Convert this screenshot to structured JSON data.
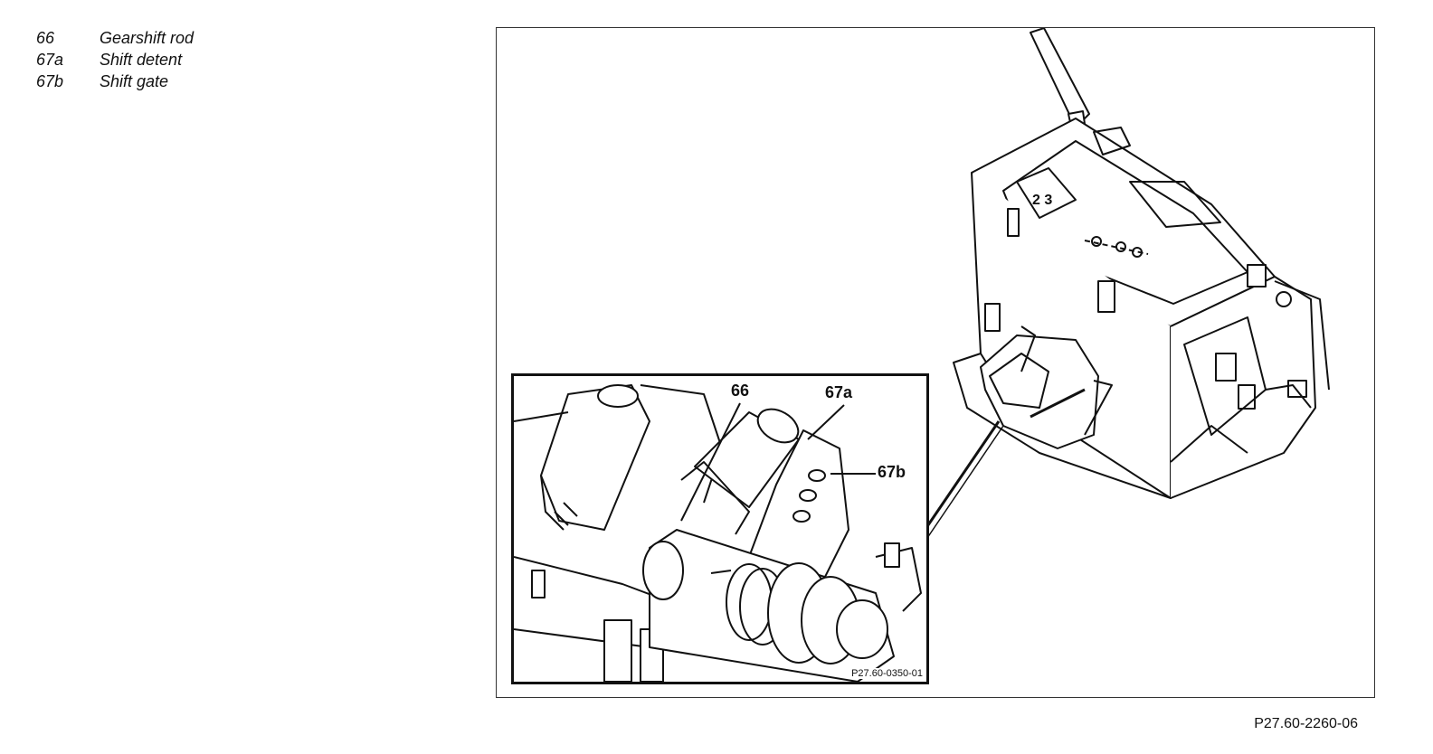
{
  "legend": [
    {
      "num": "66",
      "label": "Gearshift rod"
    },
    {
      "num": "67a",
      "label": "Shift detent"
    },
    {
      "num": "67b",
      "label": "Shift gate"
    }
  ],
  "inset": {
    "callouts": [
      "66",
      "67a",
      "67b"
    ],
    "code": "P27.60-0350-01"
  },
  "figure_code": "P27.60-2260-06",
  "colors": {
    "line": "#111111",
    "background": "#ffffff"
  }
}
